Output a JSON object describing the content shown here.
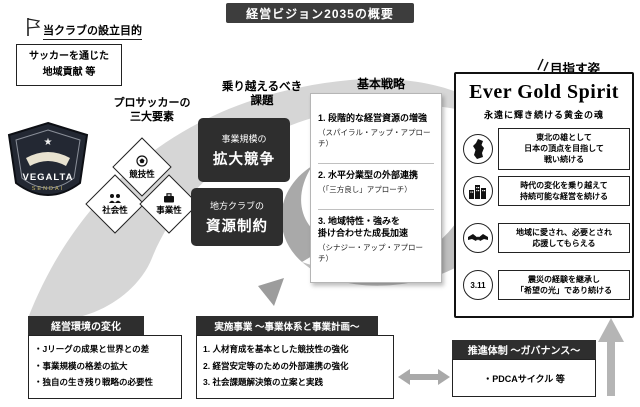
{
  "title_banner": "経営ビジョン2035の概要",
  "founding": {
    "label": "当クラブの設立目的",
    "box": "サッカーを通じた\n地域貢献 等"
  },
  "crest": {
    "name": "VEGALTA",
    "sub": "SENDAI",
    "star": "★"
  },
  "three_elements": {
    "label": "プロサッカーの\n三大要素",
    "items": [
      {
        "label": "競技性"
      },
      {
        "label": "社会性"
      },
      {
        "label": "事業性"
      }
    ]
  },
  "challenges": {
    "label": "乗り越えるべき\n課題",
    "boxes": [
      {
        "top": "事業規模の",
        "main": "拡大競争"
      },
      {
        "top": "地方クラブの",
        "main": "資源制約"
      }
    ]
  },
  "strategy": {
    "label": "基本戦略",
    "items": [
      {
        "title": "1. 段階的な経営資源の増強",
        "sub": "（スパイラル・アップ・アプローチ）"
      },
      {
        "title": "2. 水平分業型の外部連携",
        "sub": "（「三方良し」アプローチ）"
      },
      {
        "title": "3. 地域特性・強みを\n掛け合わせた成長加速",
        "sub": "（シナジー・アップ・アプローチ）"
      }
    ]
  },
  "vision": {
    "label": "目指す姿",
    "title": "Ever Gold Spirit",
    "subtitle": "永遠に輝き続ける黄金の魂",
    "goals": [
      {
        "icon": "tohoku-map-icon",
        "text": "東北の雄として\n日本の頂点を目指して\n戦い続ける"
      },
      {
        "icon": "city-icon",
        "text": "時代の変化を乗り越えて\n持続可能な経営を続ける"
      },
      {
        "icon": "handshake-icon",
        "text": "地域に愛され、必要とされ\n応援してもらえる"
      },
      {
        "icon": "date-311-icon",
        "icon_label": "3.11",
        "text": "震災の経験を継承し\n「希望の光」であり続ける"
      }
    ]
  },
  "environment": {
    "header": "経営環境の変化",
    "items": [
      "・Jリーグの成果と世界との差",
      "・事業規模の格差の拡大",
      "・独自の生き残り戦略の必要性"
    ]
  },
  "projects": {
    "header": "実施事業 〜事業体系と事業計画〜",
    "items": [
      "1. 人材育成を基本とした競技性の強化",
      "2. 経営安定等のための外部連携の強化",
      "3. 社会課題解決策の立案と実践"
    ]
  },
  "governance": {
    "header": "推進体制 〜ガバナンス〜",
    "items": [
      "・PDCAサイクル 等"
    ]
  },
  "colors": {
    "dark_box": "#2e2e2e",
    "banner": "#3d3d3d",
    "swirl_light": "#d6d6d6",
    "swirl_mid": "#bfbfbf",
    "swirl_dark": "#a9a9a9"
  }
}
